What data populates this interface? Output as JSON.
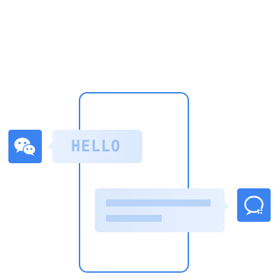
{
  "colors": {
    "accent": "#3d86e8",
    "icon_bg": "#3b83f0",
    "bubble_bg": "#e3eefd",
    "hello_text": "#9bbef2",
    "placeholder_line": "#b9d3f8"
  },
  "phone": {
    "icon": "phone-outline"
  },
  "left_message": {
    "icon": "wechat-icon",
    "text": "HELLO"
  },
  "right_message": {
    "icon": "chat-bubble-icon",
    "lines": 2
  }
}
